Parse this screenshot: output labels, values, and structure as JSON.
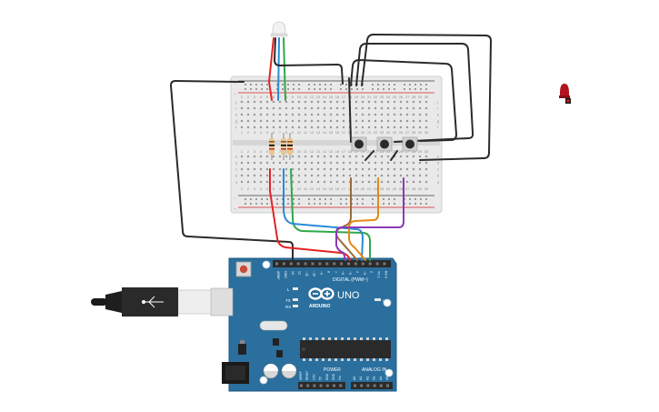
{
  "board": {
    "logo_text": "ARDUINO",
    "model": "UNO",
    "digital_label": "DIGITAL (PWM~)",
    "power_label": "POWER",
    "analog_label": "ANALOG IN",
    "on_label": "ON",
    "tx_label": "TX",
    "rx_label": "RX",
    "l_label": "L",
    "digital_pins": [
      "AREF",
      "GND",
      "13",
      "12",
      "~11",
      "~10",
      "~9",
      "8",
      "7",
      "~6",
      "~5",
      "4",
      "~3",
      "2",
      "TX 1",
      "RX 0"
    ],
    "power_pins": [
      "IOREF",
      "RESET",
      "3.3V",
      "5V",
      "GND",
      "GND",
      "Vin"
    ],
    "analog_pins": [
      "A0",
      "A1",
      "A2",
      "A3",
      "A4",
      "A5"
    ]
  },
  "breadboard": {
    "column_numbers": [
      "1",
      "2",
      "3",
      "4",
      "5",
      "6",
      "7",
      "8",
      "9",
      "10",
      "11",
      "12",
      "13",
      "14",
      "15",
      "16",
      "17",
      "18",
      "19",
      "20",
      "21",
      "22",
      "23",
      "24",
      "25",
      "26",
      "27",
      "28",
      "29",
      "30"
    ],
    "row_letters_top": [
      "j",
      "i",
      "h",
      "g",
      "f"
    ],
    "row_letters_bottom": [
      "e",
      "d",
      "c",
      "b",
      "a"
    ]
  },
  "colors": {
    "board_blue": "#2a6f9e",
    "breadboard": "#e9e9e9",
    "wire_black": "#2b2b2b",
    "wire_red": "#e02424",
    "wire_green": "#2ea84a",
    "wire_blue": "#2a8ad8",
    "wire_orange": "#e38a17",
    "wire_brown": "#9a6a3a",
    "wire_purple": "#8a3ab8",
    "led_red": "#b3121f"
  },
  "icons": [
    "rgb-led-icon",
    "red-led-icon",
    "usb-cable-icon",
    "push-button-icon",
    "resistor-icon"
  ]
}
